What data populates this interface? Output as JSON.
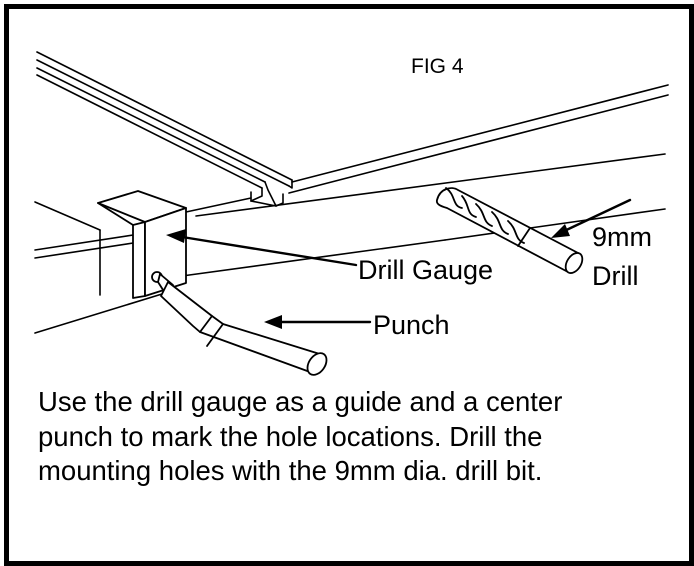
{
  "figure": {
    "title": "FIG 4",
    "labels": {
      "drill_gauge": "Drill Gauge",
      "drill_size": "9mm",
      "drill": "Drill",
      "punch": "Punch"
    },
    "caption_lines": [
      "Use the drill gauge as a guide and a center",
      "punch to mark the hole locations. Drill the",
      "mounting holes with the 9mm dia. drill bit."
    ]
  }
}
